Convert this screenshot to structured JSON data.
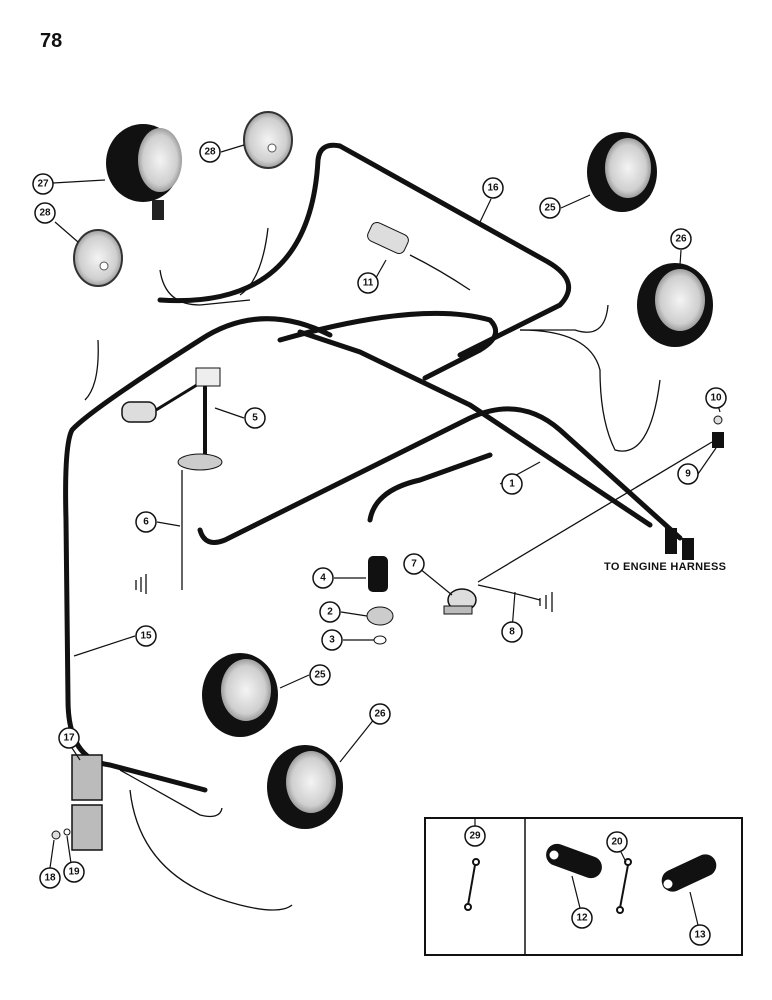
{
  "page": {
    "number": "78"
  },
  "labels": {
    "engine_harness": "TO ENGINE HARNESS"
  },
  "callouts": {
    "c1": "1",
    "c2": "2",
    "c3": "3",
    "c4": "4",
    "c5": "5",
    "c6": "6",
    "c7": "7",
    "c8": "8",
    "c9": "9",
    "c10": "10",
    "c11": "11",
    "c12": "12",
    "c13": "13",
    "c15": "15",
    "c16": "16",
    "c17": "17",
    "c18": "18",
    "c19": "19",
    "c20": "20",
    "c25a": "25",
    "c25b": "25",
    "c26a": "26",
    "c26b": "26",
    "c27": "27",
    "c28a": "28",
    "c28b": "28",
    "c29": "29"
  }
}
